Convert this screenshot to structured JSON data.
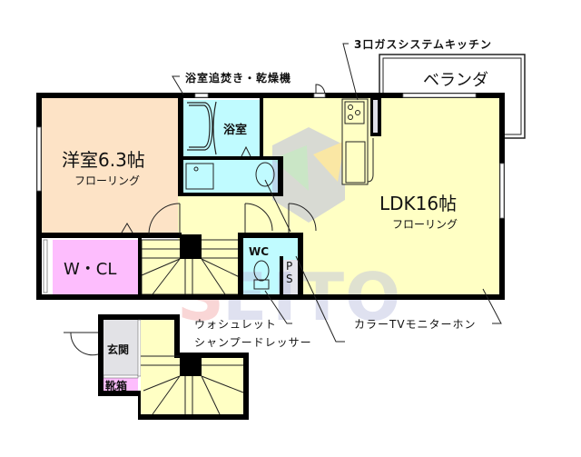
{
  "floor_plan": {
    "rooms": [
      {
        "id": "western-room",
        "name": "洋室6.3帖",
        "floor": "フローリング",
        "color": "#fde3c6"
      },
      {
        "id": "ldk",
        "name": "LDK16帖",
        "floor": "フローリング",
        "color": "#ffffc4"
      },
      {
        "id": "bathroom",
        "name": "浴室",
        "color": "#c0fbff"
      },
      {
        "id": "walk-in-closet",
        "name": "W・CL",
        "color": "#fdbdfd"
      },
      {
        "id": "toilet",
        "name": "WC",
        "color": "#c0fbff"
      },
      {
        "id": "pipe-space",
        "name_top": "P",
        "name_bottom": "S",
        "color": "#e4e4ec"
      },
      {
        "id": "entrance",
        "name": "玄関",
        "color": "#e2e2e6"
      },
      {
        "id": "shoe-cabinet",
        "name": "靴箱",
        "color": "#fdbdfd"
      },
      {
        "id": "veranda",
        "name": "ベランダ"
      }
    ],
    "callouts": {
      "bath_feature": "浴室追焚き・乾燥機",
      "kitchen": "3口ガスシステムキッチン",
      "washlet": "ウォシュレット",
      "dresser": "シャンプードレッサー",
      "intercom": "カラーTVモニターホン"
    },
    "watermark": {
      "text": "SEITO",
      "colors": [
        "#f2a6a6",
        "#b9bde0",
        "#f7d58a",
        "#9fd3c8"
      ]
    },
    "colors": {
      "wall": "#000000",
      "hall": "#ffffc4",
      "window": "#ffffff"
    }
  }
}
